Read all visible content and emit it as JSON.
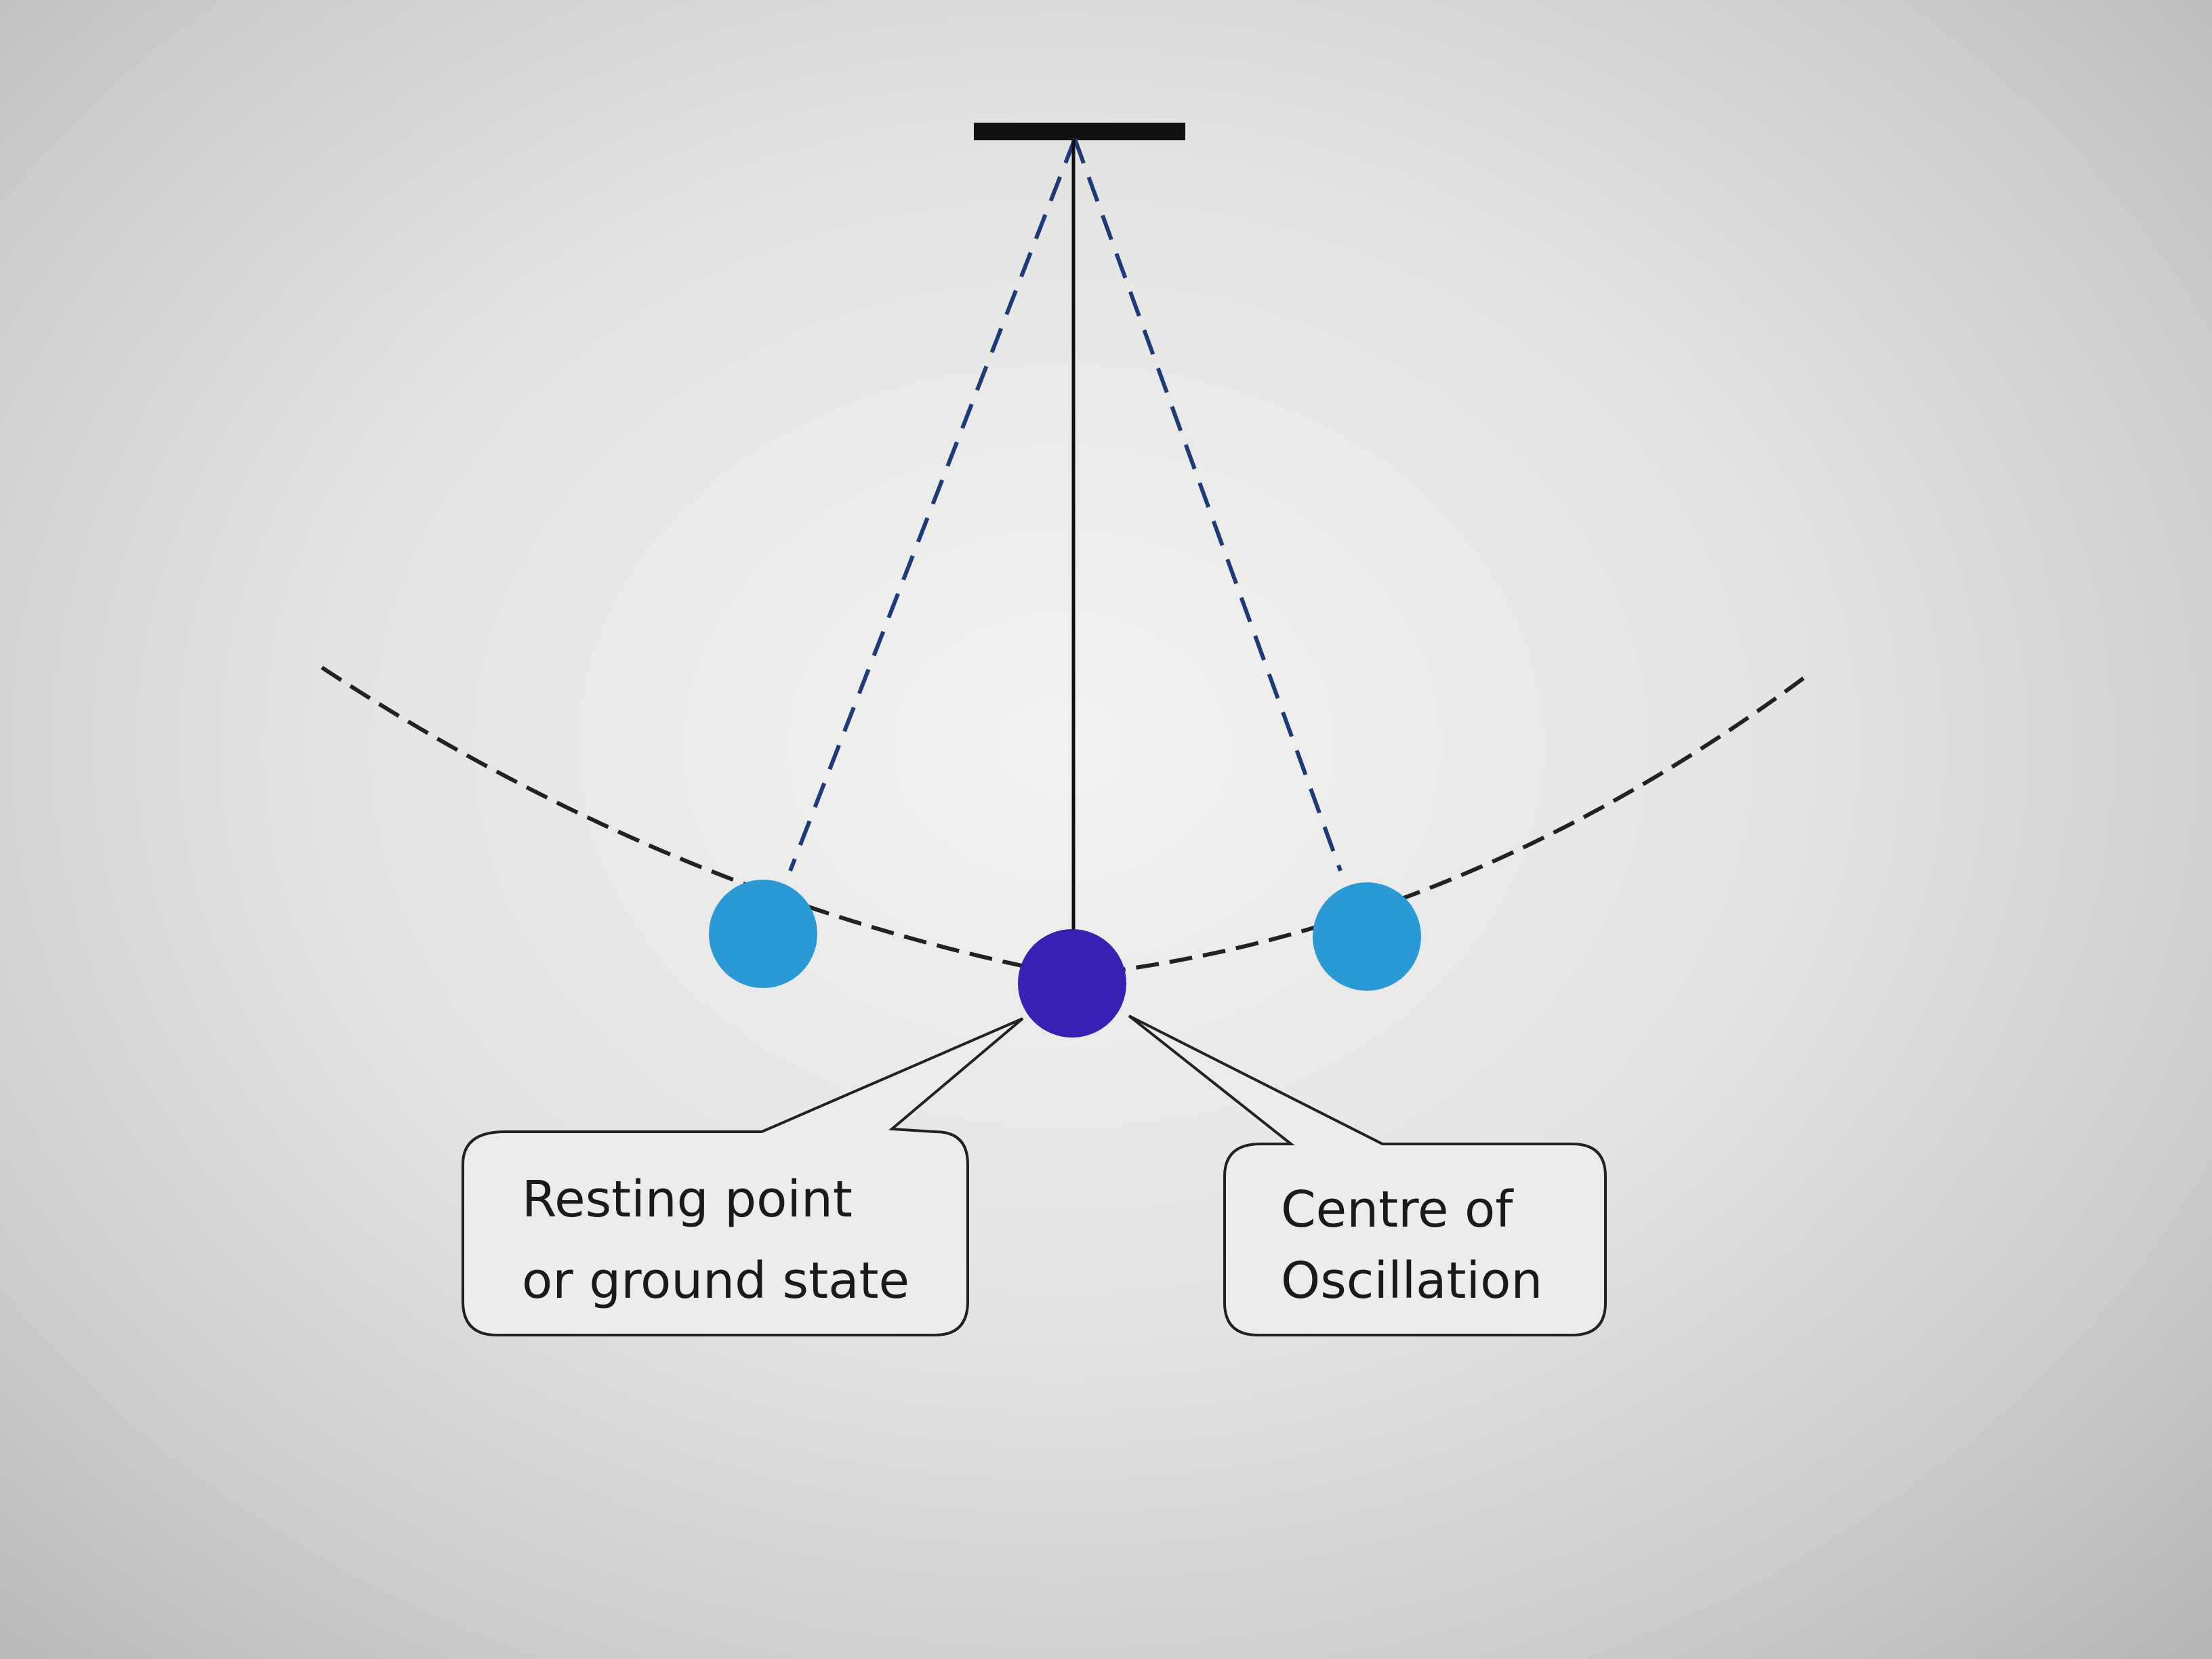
{
  "diagram": {
    "callouts": {
      "resting": {
        "line1": "Resting point",
        "line2": "or ground state"
      },
      "centre": {
        "line1": "Centre of",
        "line2": "Oscillation"
      }
    },
    "colors": {
      "center_bob": "#3a1fb4",
      "side_bob": "#2a9ad6",
      "string_dashed": "#1f3a78",
      "arc": "#222222"
    }
  }
}
